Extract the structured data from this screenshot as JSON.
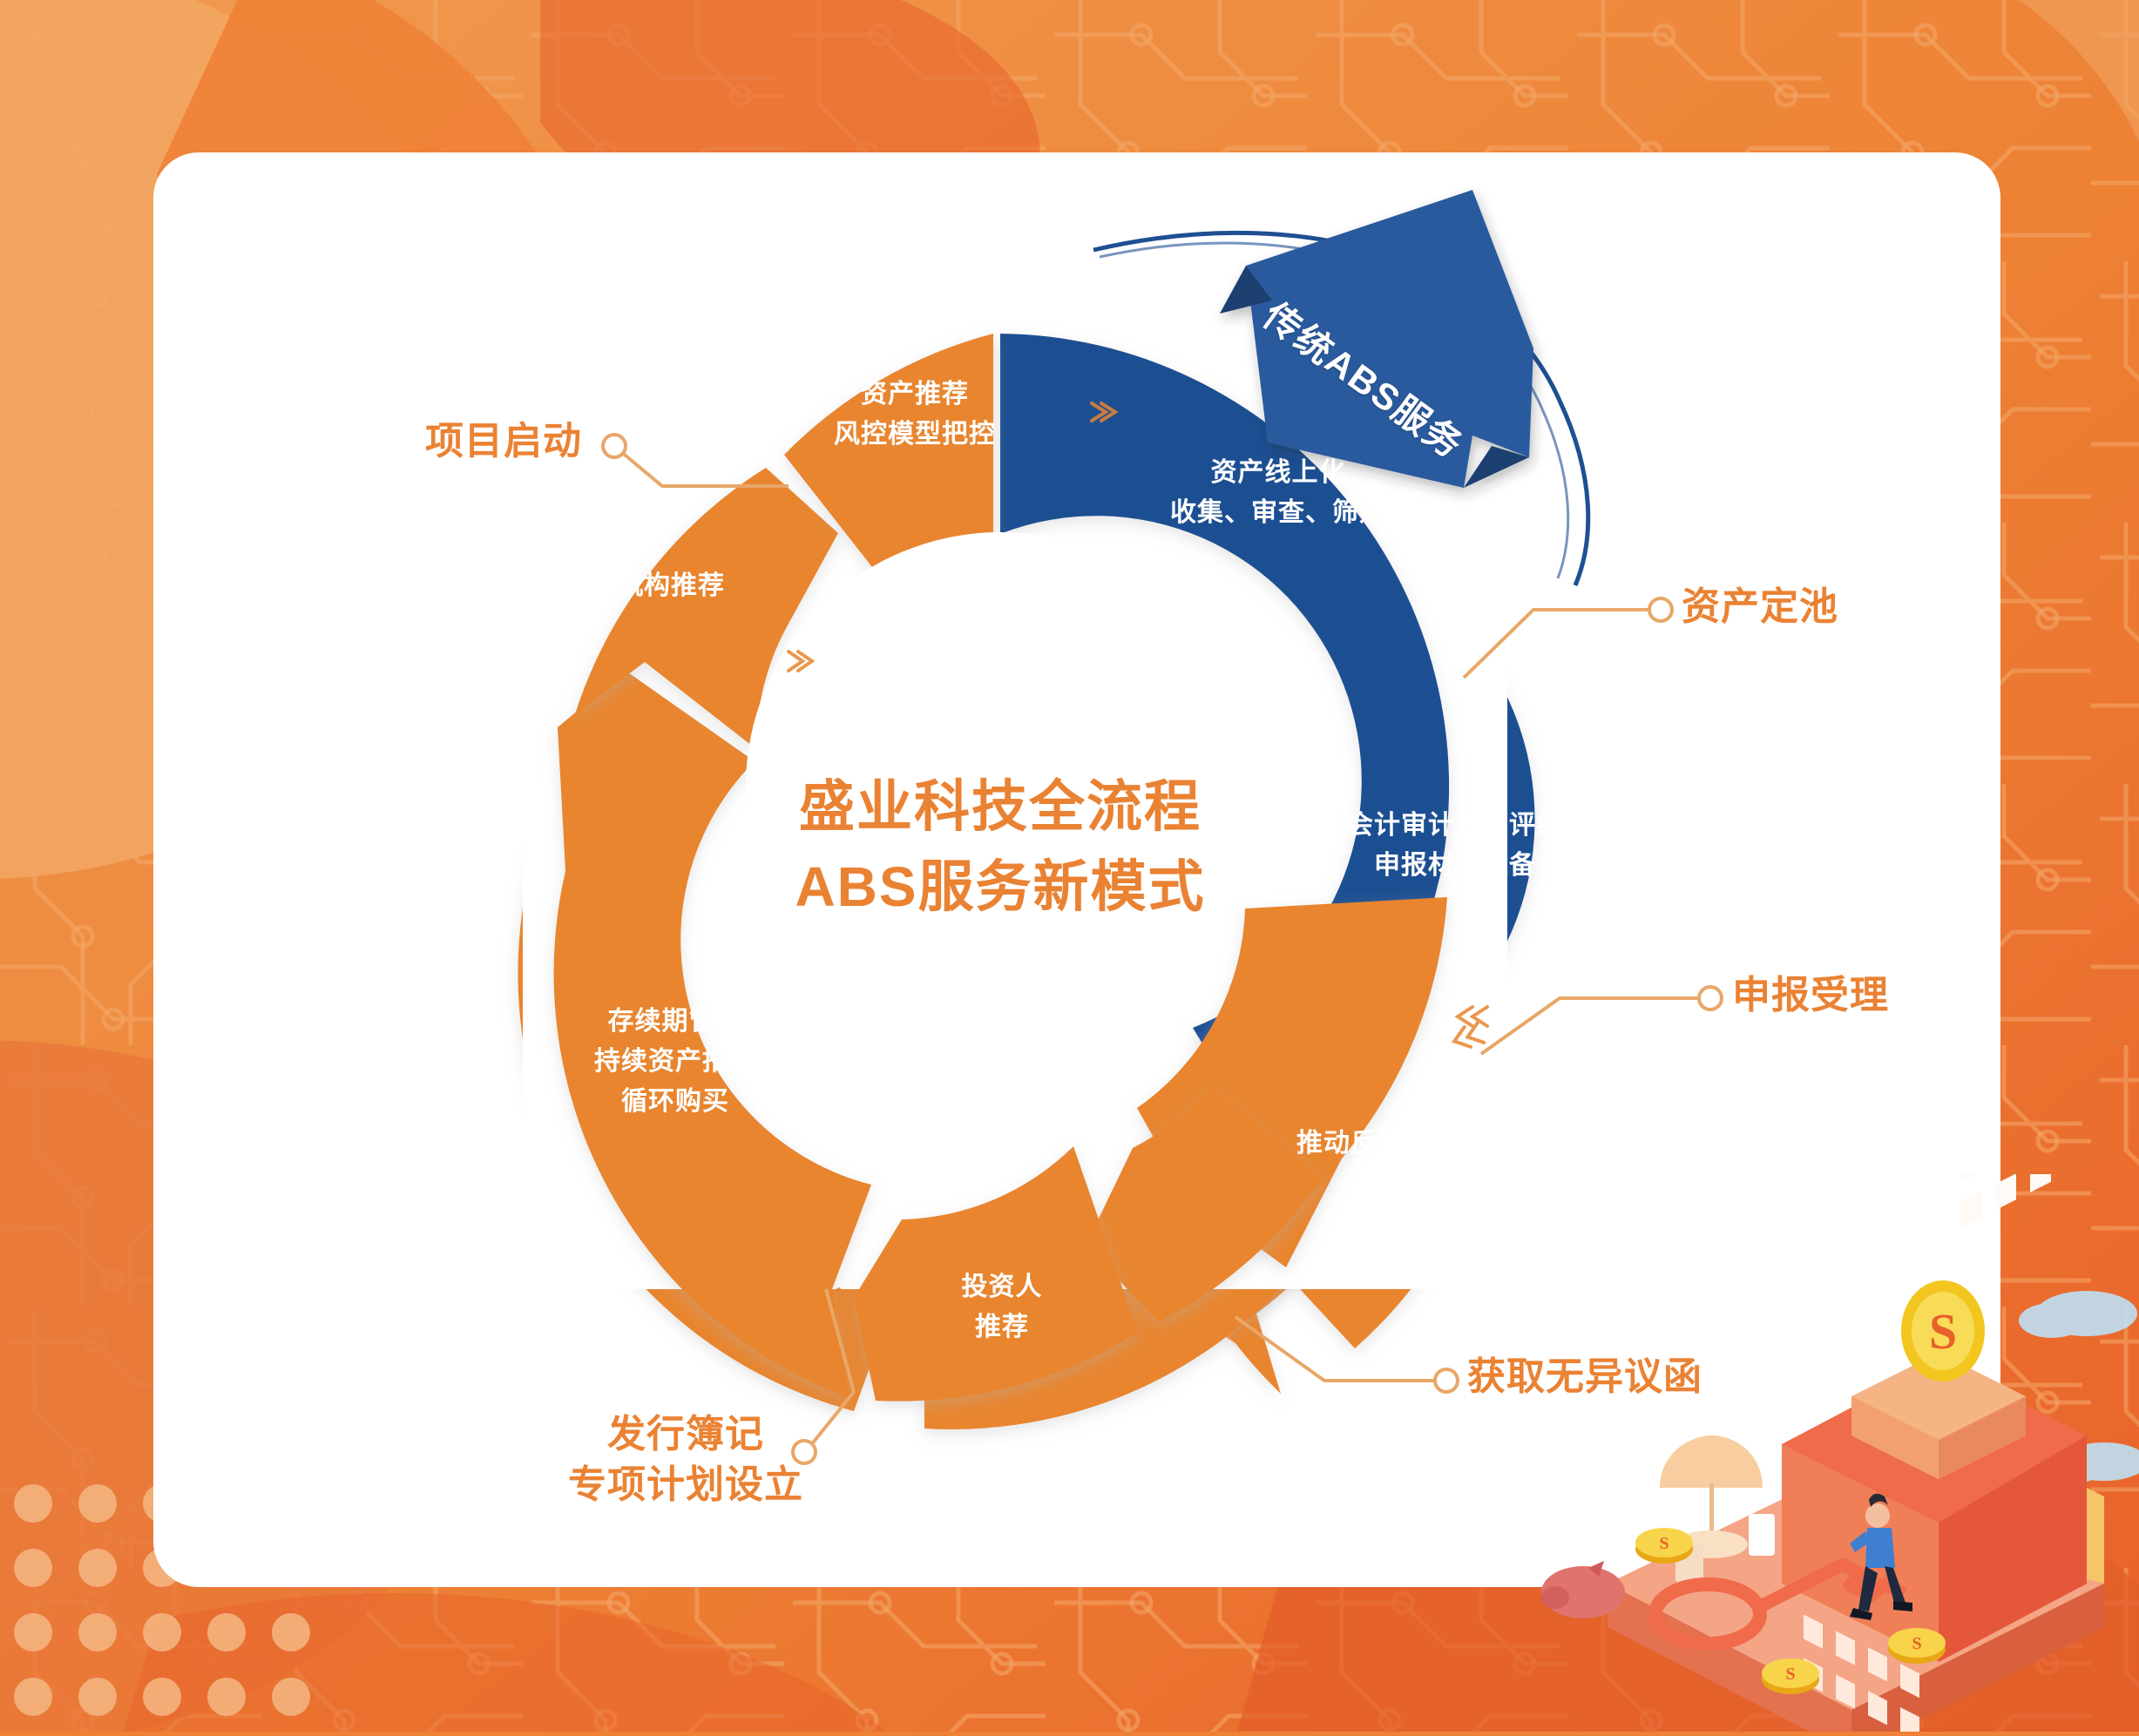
{
  "colors": {
    "background_orange": "#ee8136",
    "background_orange_light": "#f0a463",
    "background_orange_deep": "#e8612a",
    "segment_orange": "#e8852f",
    "segment_blue": "#1e4f92",
    "ribbon_blue": "#2c5a9e",
    "card_white": "#ffffff",
    "accent_text": "#ea8233",
    "segment_text": "#ffffff"
  },
  "ribbon": {
    "label": "传统ABS服务"
  },
  "center": {
    "line1": "盛业科技全流程",
    "line2": "ABS服务新模式"
  },
  "segments": [
    {
      "id": "asset-online",
      "label": "资产线上化\n收集、审查、筛选",
      "color": "#1e4f92",
      "text_color": "#ffffff",
      "start_angle": -74,
      "end_angle": 10
    },
    {
      "id": "accounting-audit",
      "label": "会计审计资产评级\n申报材料准备",
      "color": "#e8852f",
      "text_color": "#ffffff",
      "start_angle": 14,
      "end_angle": 68
    },
    {
      "id": "push-feedback",
      "label": "推动反馈",
      "color": "#e8852f",
      "text_color": "#ffffff",
      "start_angle": 72,
      "end_angle": 110
    },
    {
      "id": "investor-recommend",
      "label": "投资人\n推荐",
      "color": "#e8852f",
      "text_color": "#ffffff",
      "start_angle": 114,
      "end_angle": 152
    },
    {
      "id": "duration-management",
      "label": "存续期管理\n持续资产推荐\n循环购买",
      "color": "#e8852f",
      "text_color": "#ffffff",
      "start_angle": 156,
      "end_angle": 250
    },
    {
      "id": "institution-recommend",
      "label": "机构推荐",
      "color": "#e8852f",
      "text_color": "#ffffff",
      "start_angle": 200,
      "end_angle": 240
    },
    {
      "id": "asset-recommend",
      "label": "资产推荐\n风控模型把控",
      "color": "#e8852f",
      "text_color": "#ffffff",
      "start_angle": 244,
      "end_angle": 282
    }
  ],
  "callouts": [
    {
      "id": "project-start",
      "label": "项目启动"
    },
    {
      "id": "asset-pool",
      "label": "资产定池"
    },
    {
      "id": "filing-accepted",
      "label": "申报受理"
    },
    {
      "id": "no-objection",
      "label": "获取无异议函"
    },
    {
      "id": "issuance-booking",
      "label": "发行簿记\n专项计划设立"
    }
  ],
  "illustration": {
    "name": "isometric-bank-finance-scene",
    "elements": [
      "bank-building",
      "dollar-coin",
      "piggy-bank",
      "key",
      "walking-person",
      "umbrella-table",
      "clouds"
    ]
  }
}
